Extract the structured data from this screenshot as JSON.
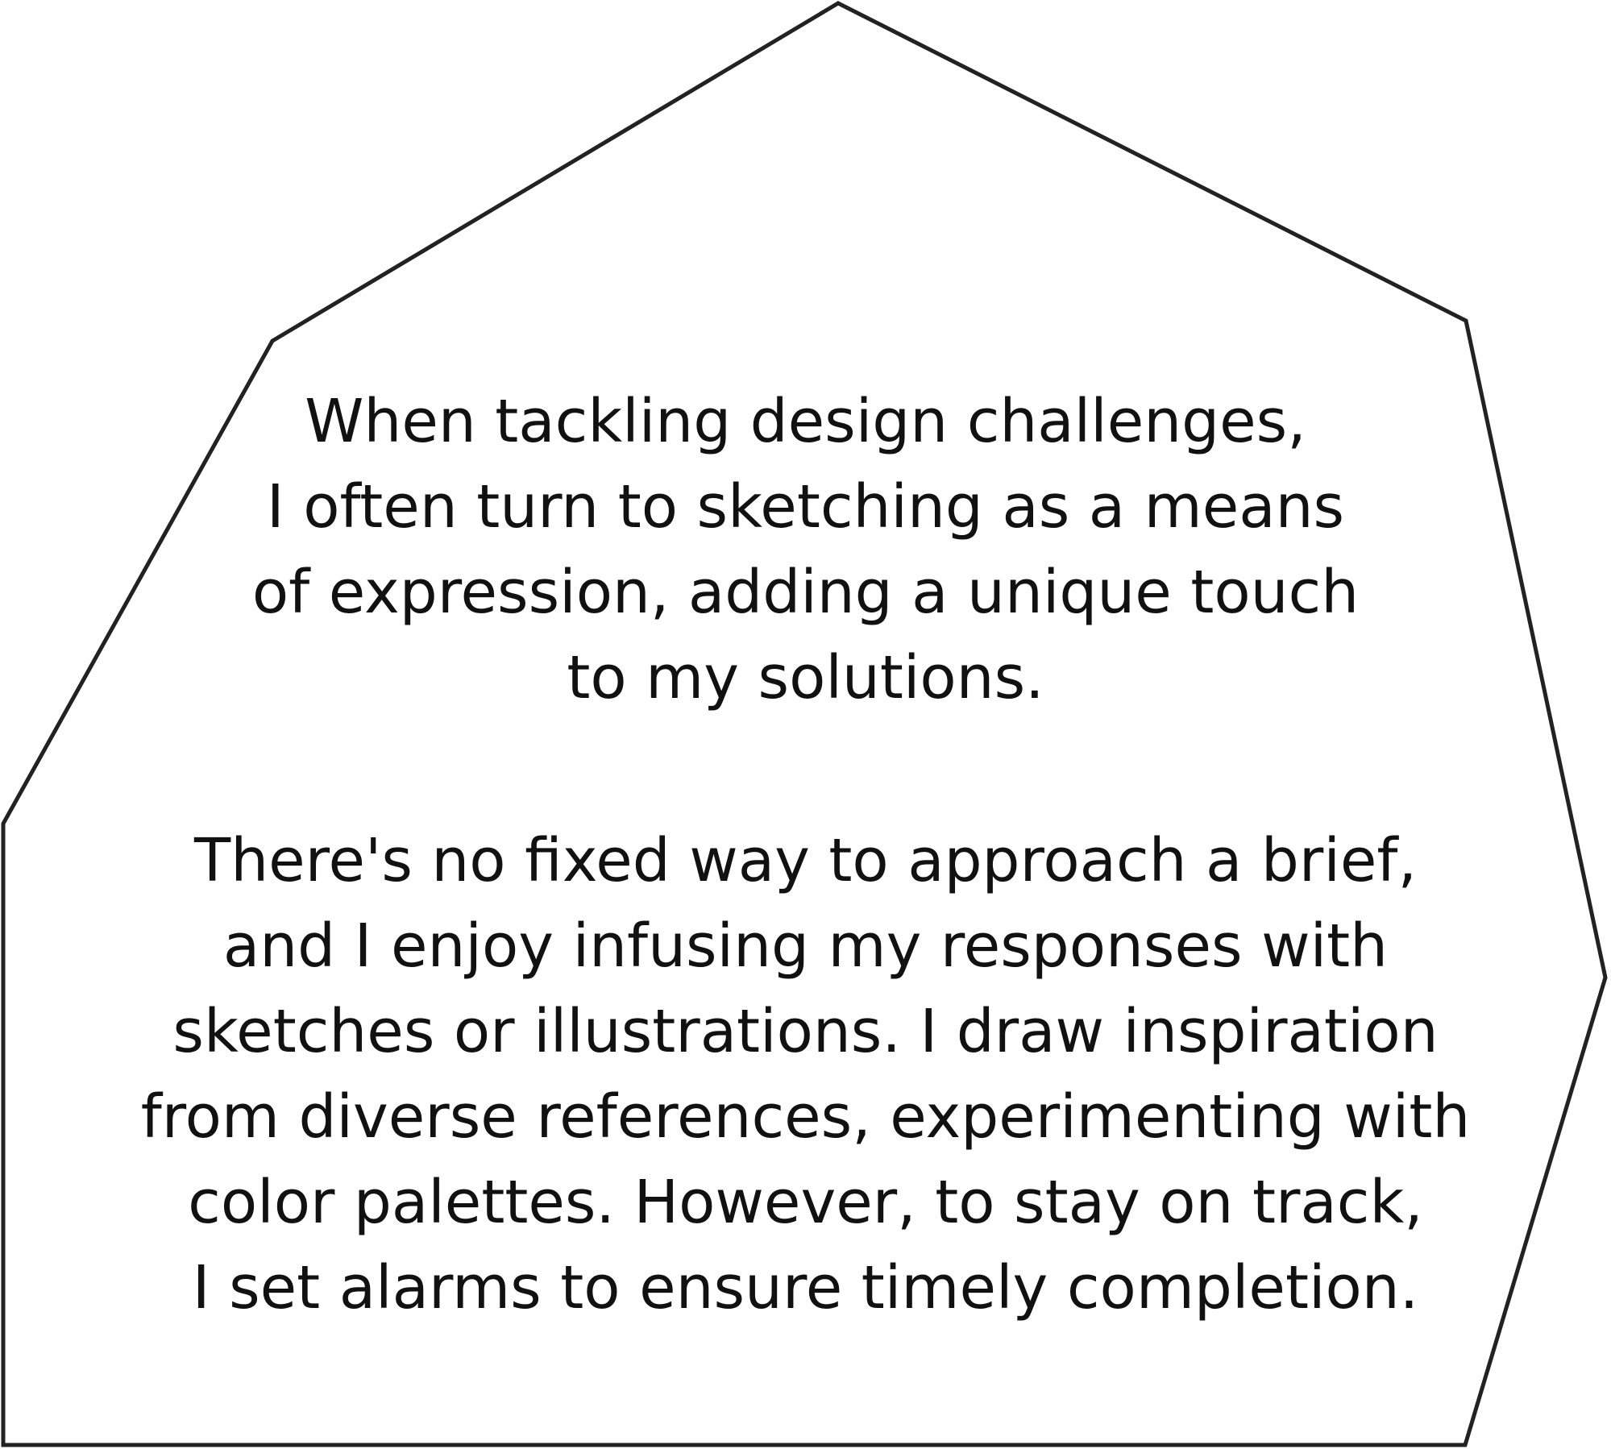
{
  "colors": {
    "background": "#ffffff",
    "outline": "#222222",
    "text": "#111111"
  },
  "paragraphs": [
    {
      "lines": [
        "When tackling design challenges,",
        "I often turn to sketching as a means",
        "of expression, adding a unique touch",
        "to my solutions."
      ]
    },
    {
      "lines": [
        "There's no fixed way to approach a brief,",
        "and I enjoy infusing my responses with",
        "sketches or illustrations. I draw inspiration",
        "from diverse references, experimenting with",
        "color palettes. However, to stay on track,",
        "I set alarms to ensure timely completion."
      ]
    }
  ]
}
